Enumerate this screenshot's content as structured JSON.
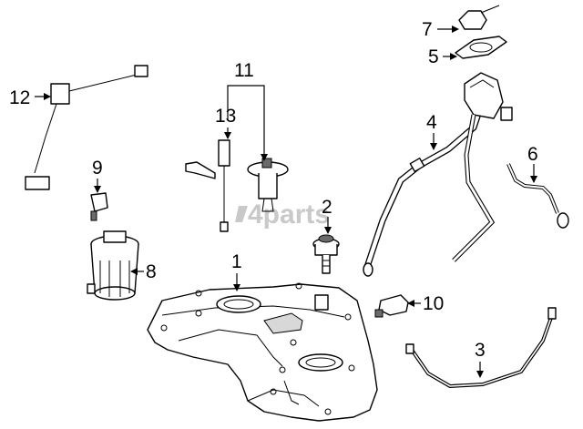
{
  "watermark": "4parts",
  "callouts": [
    {
      "id": "1",
      "label": "1"
    },
    {
      "id": "2",
      "label": "2"
    },
    {
      "id": "3",
      "label": "3"
    },
    {
      "id": "4",
      "label": "4"
    },
    {
      "id": "5",
      "label": "5"
    },
    {
      "id": "6",
      "label": "6"
    },
    {
      "id": "7",
      "label": "7"
    },
    {
      "id": "8",
      "label": "8"
    },
    {
      "id": "9",
      "label": "9"
    },
    {
      "id": "10",
      "label": "10"
    },
    {
      "id": "11",
      "label": "11"
    },
    {
      "id": "12",
      "label": "12"
    },
    {
      "id": "13",
      "label": "13"
    }
  ]
}
